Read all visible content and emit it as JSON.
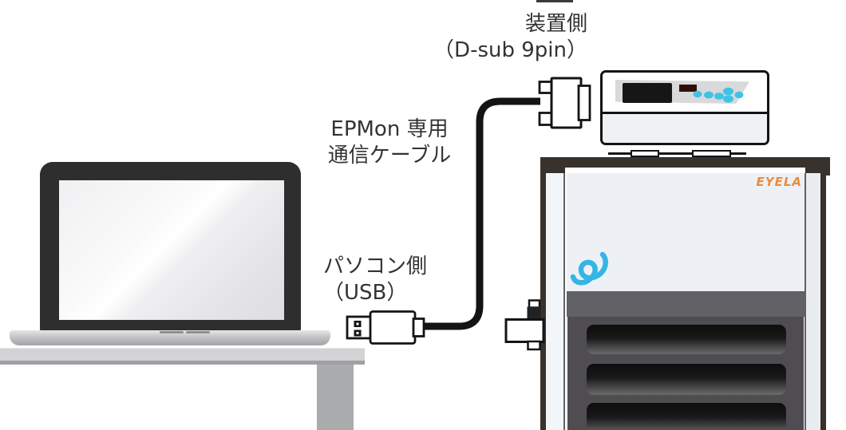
{
  "labels": {
    "device_side": {
      "line1": "装置側",
      "line2": "（D-sub 9pin）"
    },
    "cable": {
      "line1": "EPMon 専用",
      "line2": "通信ケーブル"
    },
    "pc_side": {
      "line1": "パソコン側",
      "line2": "（USB）"
    }
  },
  "equipment": {
    "brand": "EYELA"
  },
  "colors": {
    "brand_orange": "#ED8A3A",
    "e_logo_cyan": "#35B5E5",
    "button_cyan": "#3EC3E6",
    "cable_black": "#141414",
    "unit_frame_dark": "#38312C",
    "front_panel": "#EDF1F5"
  }
}
